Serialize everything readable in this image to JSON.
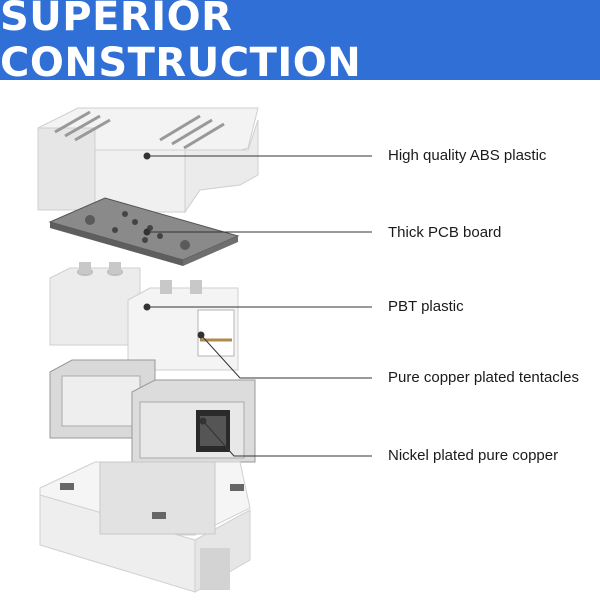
{
  "header": {
    "title": "SUPERIOR CONSTRUCTION"
  },
  "labels": {
    "abs": "High quality ABS plastic",
    "pcb": "Thick PCB board",
    "pbt": "PBT plastic",
    "tentacles": "Pure copper plated tentacles",
    "nickel": "Nickel plated pure copper"
  },
  "colors": {
    "banner": "#2f6fd6",
    "line": "#333333"
  }
}
